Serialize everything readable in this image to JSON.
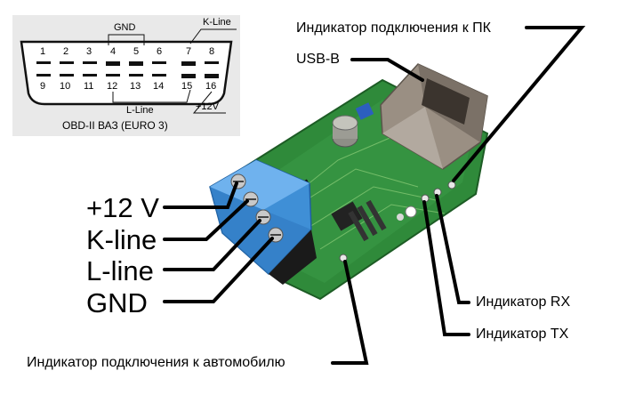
{
  "obd_connector": {
    "caption": "OBD-II ВАЗ (EURO 3)",
    "top_pins": [
      "1",
      "2",
      "3",
      "4",
      "5",
      "6",
      "7",
      "8"
    ],
    "bottom_pins": [
      "9",
      "10",
      "11",
      "12",
      "13",
      "14",
      "15",
      "16"
    ],
    "gnd_label": "GND",
    "kline_label": "K-Line",
    "lline_label": "L-Line",
    "power_label": "+12V"
  },
  "callouts": {
    "pc_indicator": "Индикатор подключения к ПК",
    "usb": "USB-B",
    "v12": "+12 V",
    "kline": "K-line",
    "lline": "L-line",
    "gnd": "GND",
    "rx": "Индикатор RX",
    "tx": "Индикатор TX",
    "car_indicator": "Индикатор подключения к автомобилю"
  },
  "colors": {
    "pcb": "#2f8a3a",
    "terminal": "#3f8fd6",
    "usb_body": "#9a8f83"
  }
}
